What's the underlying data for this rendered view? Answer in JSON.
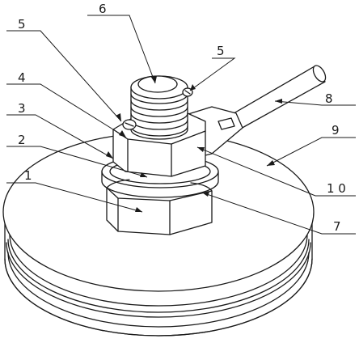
{
  "labels": [
    {
      "id": "1",
      "text": "1"
    },
    {
      "id": "2",
      "text": "2"
    },
    {
      "id": "3",
      "text": "3"
    },
    {
      "id": "4",
      "text": "4"
    },
    {
      "id": "5a",
      "text": "5"
    },
    {
      "id": "5b",
      "text": "5"
    },
    {
      "id": "6",
      "text": "6"
    },
    {
      "id": "7",
      "text": "7"
    },
    {
      "id": "8",
      "text": "8"
    },
    {
      "id": "9",
      "text": "9"
    },
    {
      "id": "10",
      "text": "1 0"
    }
  ]
}
